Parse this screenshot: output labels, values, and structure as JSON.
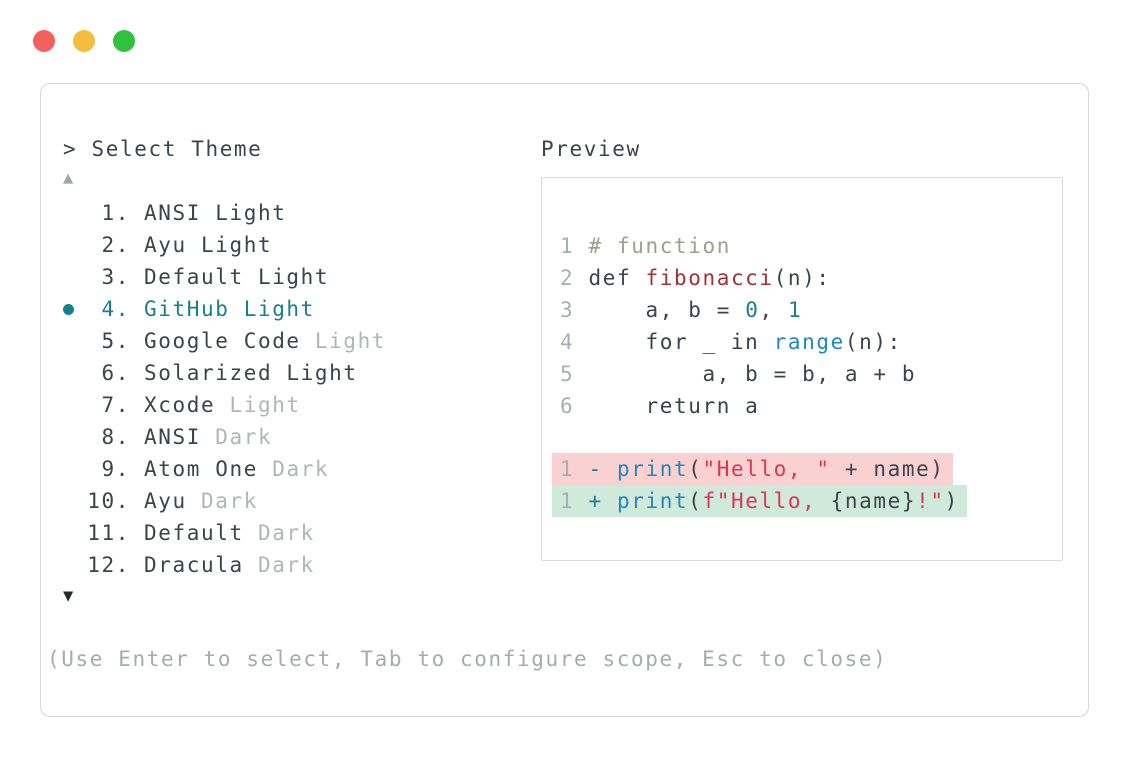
{
  "window": {
    "traffic_lights": [
      {
        "name": "close",
        "color": "#f4605d"
      },
      {
        "name": "minimize",
        "color": "#f5bd3e"
      },
      {
        "name": "zoom",
        "color": "#2ec23e"
      }
    ]
  },
  "selector": {
    "prompt": ">",
    "title": "Select Theme",
    "scroll_up_icon": "▲",
    "scroll_down_icon": "▼",
    "items": [
      {
        "number": "1",
        "name": "ANSI Light",
        "suffix": "",
        "selected": false
      },
      {
        "number": "2",
        "name": "Ayu Light",
        "suffix": "",
        "selected": false
      },
      {
        "number": "3",
        "name": "Default Light",
        "suffix": "",
        "selected": false
      },
      {
        "number": "4",
        "name": "GitHub Light",
        "suffix": "",
        "selected": true
      },
      {
        "number": "5",
        "name": "Google Code",
        "suffix": "Light",
        "selected": false
      },
      {
        "number": "6",
        "name": "Solarized Light",
        "suffix": "",
        "selected": false
      },
      {
        "number": "7",
        "name": "Xcode",
        "suffix": "Light",
        "selected": false
      },
      {
        "number": "8",
        "name": "ANSI",
        "suffix": "Dark",
        "selected": false
      },
      {
        "number": "9",
        "name": "Atom One",
        "suffix": "Dark",
        "selected": false
      },
      {
        "number": "10",
        "name": "Ayu",
        "suffix": "Dark",
        "selected": false
      },
      {
        "number": "11",
        "name": "Default",
        "suffix": "Dark",
        "selected": false
      },
      {
        "number": "12",
        "name": "Dracula",
        "suffix": "Dark",
        "selected": false
      }
    ],
    "footer_hint": "(Use Enter to select, Tab to configure scope, Esc to close)"
  },
  "preview": {
    "label": "Preview",
    "code_lines": [
      {
        "number": "1",
        "tokens": [
          [
            "# function",
            "comment"
          ]
        ]
      },
      {
        "number": "2",
        "tokens": [
          [
            "def ",
            "plain"
          ],
          [
            "fibonacci",
            "funcname"
          ],
          [
            "(n):",
            "plain"
          ]
        ]
      },
      {
        "number": "3",
        "tokens": [
          [
            "    a, b = ",
            "plain"
          ],
          [
            "0",
            "number"
          ],
          [
            ", ",
            "plain"
          ],
          [
            "1",
            "number"
          ]
        ]
      },
      {
        "number": "4",
        "tokens": [
          [
            "    for _ in ",
            "plain"
          ],
          [
            "range",
            "builtin"
          ],
          [
            "(n):",
            "plain"
          ]
        ]
      },
      {
        "number": "5",
        "tokens": [
          [
            "        a, b = b, a + b",
            "plain"
          ]
        ]
      },
      {
        "number": "6",
        "tokens": [
          [
            "    return a",
            "plain"
          ]
        ]
      }
    ],
    "diff_lines": [
      {
        "number": "1",
        "kind": "removed",
        "tokens": [
          [
            "- ",
            "sign"
          ],
          [
            "print",
            "builtin"
          ],
          [
            "(",
            "plain"
          ],
          [
            "\"Hello, \"",
            "string"
          ],
          [
            " + name)",
            "plain"
          ]
        ]
      },
      {
        "number": "1",
        "kind": "added",
        "tokens": [
          [
            "+ ",
            "sign"
          ],
          [
            "print",
            "builtin"
          ],
          [
            "(",
            "plain"
          ],
          [
            "f\"Hello, ",
            "string"
          ],
          [
            "{name}",
            "plain"
          ],
          [
            "!\"",
            "string"
          ],
          [
            ")",
            "plain"
          ]
        ]
      }
    ]
  },
  "colors": {
    "accent_teal": "#17808c",
    "builtin_blue": "#2286c3",
    "string_red": "#df3454",
    "funcname_red": "#a43136",
    "comment_olive": "#9ba08f",
    "text_dark": "#3b434b",
    "muted_gray": "#a9aeb4",
    "diff_removed_bg": "#f8d1d0",
    "diff_added_bg": "#cfe9da",
    "traffic_red": "#f4605d",
    "traffic_yellow": "#f5bd3e",
    "traffic_green": "#2ec23e"
  }
}
